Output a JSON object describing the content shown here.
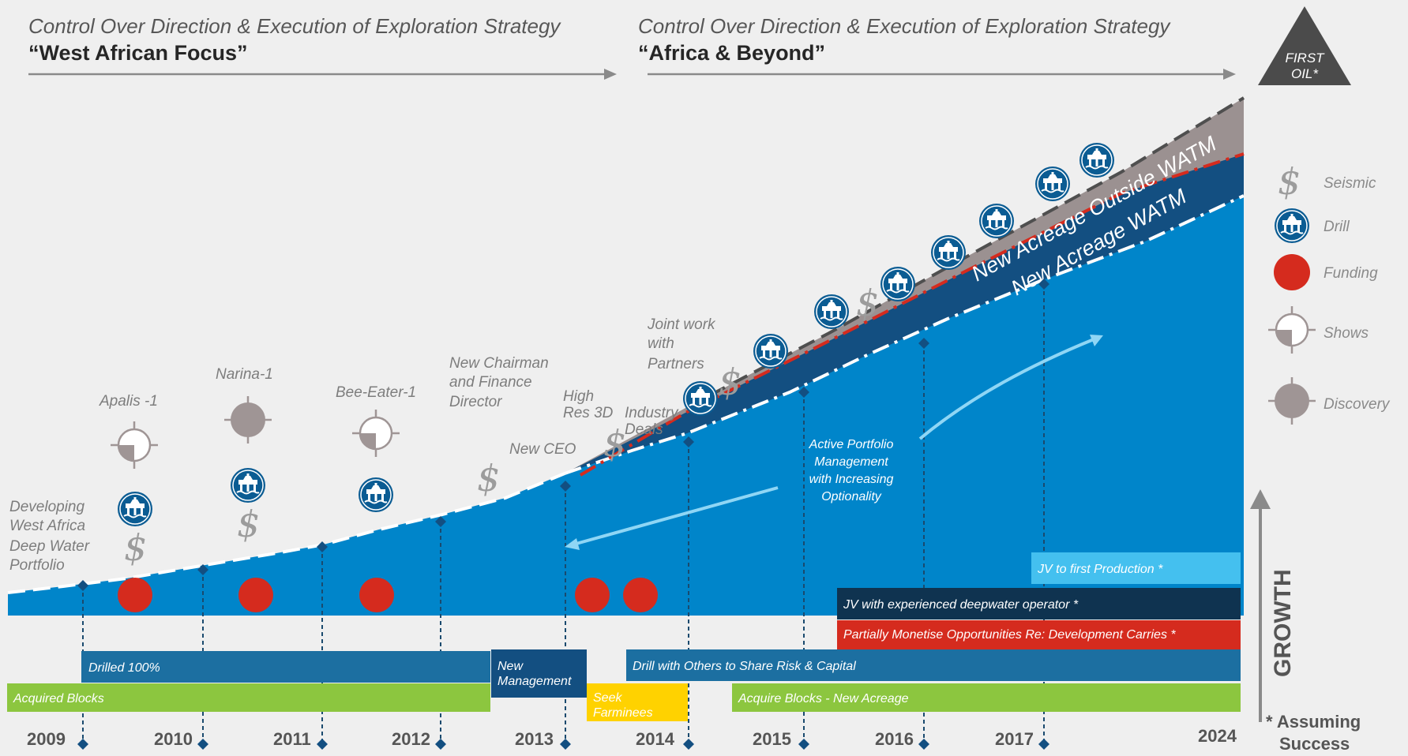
{
  "header": {
    "left": {
      "subtitle": "Control Over Direction & Execution of Exploration Strategy",
      "title": "“West African Focus”"
    },
    "right": {
      "subtitle": "Control Over Direction & Execution of Exploration Strategy",
      "title": "“Africa & Beyond”"
    },
    "milestone": [
      "FIRST",
      "OIL*"
    ]
  },
  "years": [
    "2009",
    "2010",
    "2011",
    "2012",
    "2013",
    "2014",
    "2015",
    "2016",
    "2017",
    "2024"
  ],
  "wells": {
    "apalis": "Apalis -1",
    "narina": "Narina-1",
    "bee_eater": "Bee-Eater-1"
  },
  "annotations": {
    "developing": [
      "Developing",
      "West Africa",
      "Deep Water",
      "Portfolio"
    ],
    "chairman": [
      "New Chairman",
      "and Finance",
      "Director"
    ],
    "ceo": "New CEO",
    "hires": [
      "High",
      "Res 3D"
    ],
    "industry": [
      "Industry",
      "Deals"
    ],
    "joint": [
      "Joint work",
      "with",
      "Partners"
    ],
    "portfolio": [
      "Active Portfolio",
      "Management",
      "with Increasing",
      "Optionality"
    ]
  },
  "bands": {
    "outside": "New Acreage Outside WATM",
    "watm": "New Acreage WATM"
  },
  "bars": {
    "jv_first": "JV to first Production *",
    "jv_deep": "JV with experienced deepwater operator *",
    "monetise": "Partially Monetise Opportunities Re: Development Carries *",
    "drilled": "Drilled 100%",
    "new_mgmt": [
      "New",
      "Management"
    ],
    "drill_others": "Drill with Others to Share Risk & Capital",
    "acquired": "Acquired Blocks",
    "seek": [
      "Seek",
      "Farminees"
    ],
    "acquire_new": "Acquire Blocks - New Acreage"
  },
  "legend": {
    "seismic": "Seismic",
    "drill": "Drill",
    "funding": "Funding",
    "shows": "Shows",
    "discovery": "Discovery"
  },
  "growth_label": "GROWTH",
  "footnote": [
    "* Assuming",
    "Success"
  ],
  "colors": {
    "area": "#0085ca",
    "dark_band": "#134f81",
    "grey_band": "#9b9191",
    "funding": "#d52b1e",
    "bar_blue": "#1c6fa1",
    "bar_navy": "#0f3350",
    "bar_red": "#d52b1e",
    "bar_light": "#44c0ef",
    "bar_green": "#8cc63f",
    "bar_yellow": "#ffd200",
    "drill_icon": "#0b5c93"
  },
  "icons": {
    "seismic": "dollar-sign-icon",
    "drill": "oil-rig-icon",
    "funding": "red-circle-icon",
    "shows": "crosshair-half-icon",
    "discovery": "crosshair-filled-icon"
  }
}
